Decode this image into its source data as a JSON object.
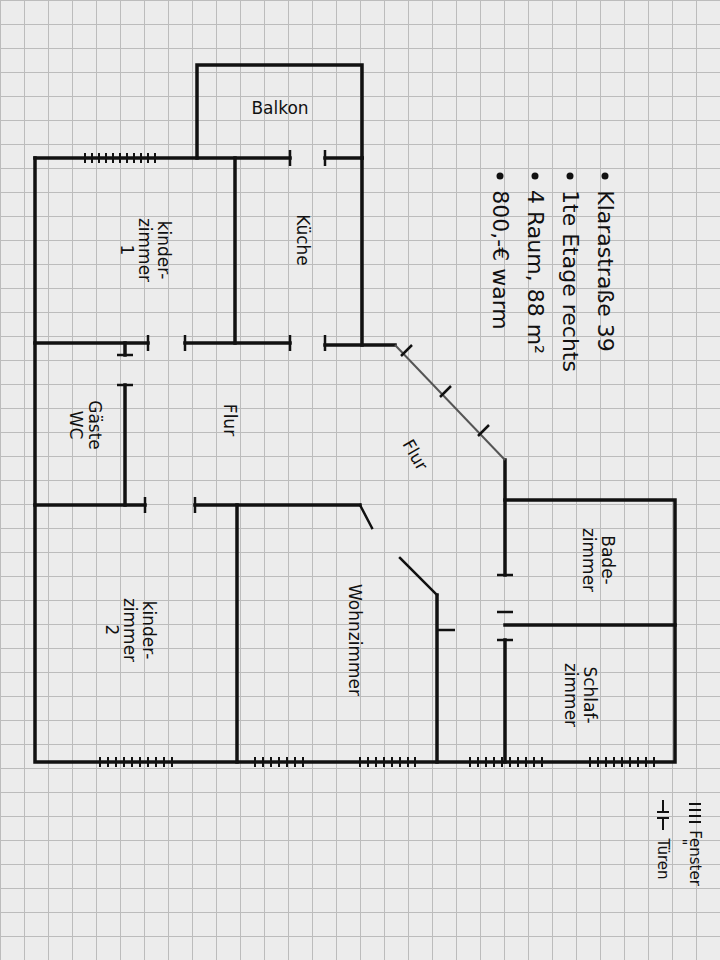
{
  "diagram": {
    "nodes": [
      {
        "text": [
          "Balkon"
        ]
      },
      {
        "text": [
          "Küche"
        ]
      },
      {
        "text": [
          "kinder- zimmer 1"
        ]
      },
      {
        "text": [
          "Gäste WC"
        ]
      },
      {
        "text": [
          "Flur",
          "Flur"
        ]
      },
      {
        "text": [
          "Bade- zimmer"
        ]
      },
      {
        "text": [
          "Schlaf- zimmer"
        ]
      },
      {
        "text": [
          "Wohnzimmer"
        ]
      },
      {
        "text": [
          "kinder- zimmer 2"
        ]
      }
    ],
    "labels": [
      "Klarastraße 39",
      "1te Etage rechts",
      "4 Raum, 88 m²",
      "800,-€ warm",
      "\""
    ],
    "legend": [
      {
        "text": "Fenster"
      },
      {
        "text": "Türen"
      }
    ]
  }
}
